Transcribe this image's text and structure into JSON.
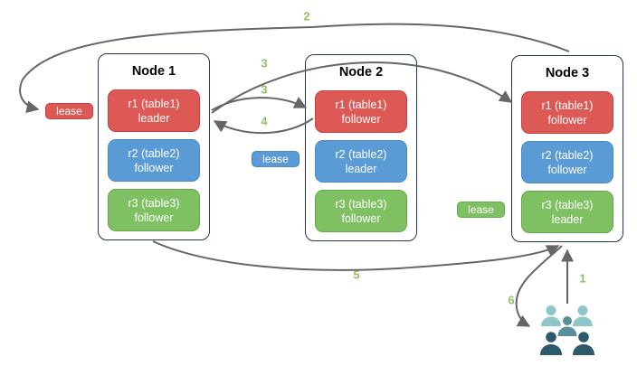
{
  "nodes": [
    {
      "title": "Node 1",
      "replicas": [
        {
          "name": "r1 (table1)",
          "role": "leader",
          "color": "red"
        },
        {
          "name": "r2 (table2)",
          "role": "follower",
          "color": "blue"
        },
        {
          "name": "r3 (table3)",
          "role": "follower",
          "color": "green"
        }
      ]
    },
    {
      "title": "Node 2",
      "replicas": [
        {
          "name": "r1 (table1)",
          "role": "follower",
          "color": "red"
        },
        {
          "name": "r2 (table2)",
          "role": "leader",
          "color": "blue"
        },
        {
          "name": "r3 (table3)",
          "role": "follower",
          "color": "green"
        }
      ]
    },
    {
      "title": "Node 3",
      "replicas": [
        {
          "name": "r1 (table1)",
          "role": "follower",
          "color": "red"
        },
        {
          "name": "r2 (table2)",
          "role": "follower",
          "color": "blue"
        },
        {
          "name": "r3 (table3)",
          "role": "leader",
          "color": "green"
        }
      ]
    }
  ],
  "leases": [
    {
      "label": "lease",
      "color": "red"
    },
    {
      "label": "lease",
      "color": "blue"
    },
    {
      "label": "lease",
      "color": "green"
    }
  ],
  "step_labels": {
    "s1": "1",
    "s2": "2",
    "s3a": "3",
    "s3b": "3",
    "s4": "4",
    "s5": "5",
    "s6": "6"
  },
  "icons": {
    "users": "users-group-icon"
  },
  "colors": {
    "red_fill": "#DC5955",
    "red_border": "#C4413D",
    "blue_fill": "#5B9BD5",
    "blue_border": "#4A8BC4",
    "green_fill": "#7FC063",
    "green_border": "#64A949",
    "node_border": "#24355C",
    "arrow": "#666666",
    "step_label": "#8FC162",
    "users_light": "#8EC6C9",
    "users_mid": "#578F9B",
    "users_dark": "#2D5A6B",
    "background": "#FFFFFF",
    "box_text": "#FFFFFF",
    "title_text": "#000000"
  }
}
